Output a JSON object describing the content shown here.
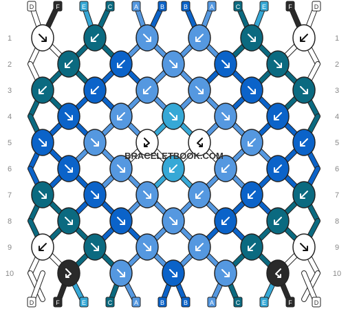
{
  "site_watermark": "BRACELETBOOK.COM",
  "row_labels": [
    "1",
    "2",
    "3",
    "4",
    "5",
    "6",
    "7",
    "8",
    "9",
    "10"
  ],
  "colors": {
    "D": "#ffffff",
    "F": "#2a2a2a",
    "E": "#36a8d6",
    "C": "#0b6a80",
    "A": "#5598e0",
    "B": "#0b63c9"
  },
  "strands_top": [
    "D",
    "F",
    "E",
    "C",
    "A",
    "B",
    "B",
    "A",
    "C",
    "E",
    "F",
    "D"
  ],
  "strands_bottom": [
    "D",
    "F",
    "E",
    "C",
    "A",
    "B",
    "B",
    "A",
    "C",
    "E",
    "F",
    "D"
  ],
  "knots": [
    [
      {
        "c": "D",
        "d": "se"
      },
      {
        "c": "C",
        "d": "sw"
      },
      {
        "c": "A",
        "d": "se"
      },
      {
        "c": "A",
        "d": "sw"
      },
      {
        "c": "C",
        "d": "se"
      },
      {
        "c": "D",
        "d": "sw"
      }
    ],
    [
      {
        "c": "C",
        "d": "sw"
      },
      {
        "c": "B",
        "d": "sw"
      },
      {
        "c": "A",
        "d": "se"
      },
      {
        "c": "B",
        "d": "se"
      },
      {
        "c": "C",
        "d": "se"
      }
    ],
    [
      {
        "c": "C",
        "d": "sw"
      },
      {
        "c": "B",
        "d": "sw"
      },
      {
        "c": "A",
        "d": "sw"
      },
      {
        "c": "A",
        "d": "se"
      },
      {
        "c": "B",
        "d": "se"
      },
      {
        "c": "C",
        "d": "se"
      }
    ],
    [
      {
        "c": "B",
        "d": "se"
      },
      {
        "c": "A",
        "d": "sw"
      },
      {
        "c": "E",
        "d": "se"
      },
      {
        "c": "A",
        "d": "se"
      },
      {
        "c": "B",
        "d": "sw"
      }
    ],
    [
      {
        "c": "B",
        "d": "se"
      },
      {
        "c": "A",
        "d": "se"
      },
      {
        "c": "D",
        "d": "rev-se"
      },
      {
        "c": "D",
        "d": "rev-sw"
      },
      {
        "c": "A",
        "d": "sw"
      },
      {
        "c": "B",
        "d": "sw"
      }
    ],
    [
      {
        "c": "B",
        "d": "se"
      },
      {
        "c": "A",
        "d": "se"
      },
      {
        "c": "E",
        "d": "sw"
      },
      {
        "c": "A",
        "d": "sw"
      },
      {
        "c": "B",
        "d": "sw"
      }
    ],
    [
      {
        "c": "C",
        "d": "se"
      },
      {
        "c": "B",
        "d": "se"
      },
      {
        "c": "A",
        "d": "se"
      },
      {
        "c": "A",
        "d": "sw"
      },
      {
        "c": "B",
        "d": "sw"
      },
      {
        "c": "C",
        "d": "sw"
      }
    ],
    [
      {
        "c": "C",
        "d": "se"
      },
      {
        "c": "B",
        "d": "se"
      },
      {
        "c": "A",
        "d": "se"
      },
      {
        "c": "B",
        "d": "sw"
      },
      {
        "c": "C",
        "d": "sw"
      }
    ],
    [
      {
        "c": "D",
        "d": "sw"
      },
      {
        "c": "C",
        "d": "se"
      },
      {
        "c": "A",
        "d": "se"
      },
      {
        "c": "A",
        "d": "sw"
      },
      {
        "c": "C",
        "d": "sw"
      },
      {
        "c": "D",
        "d": "se"
      }
    ],
    [
      {
        "c": "F",
        "d": "rev-se"
      },
      {
        "c": "A",
        "d": "se"
      },
      {
        "c": "B",
        "d": "se"
      },
      {
        "c": "A",
        "d": "se"
      },
      {
        "c": "F",
        "d": "rev-sw"
      }
    ]
  ]
}
